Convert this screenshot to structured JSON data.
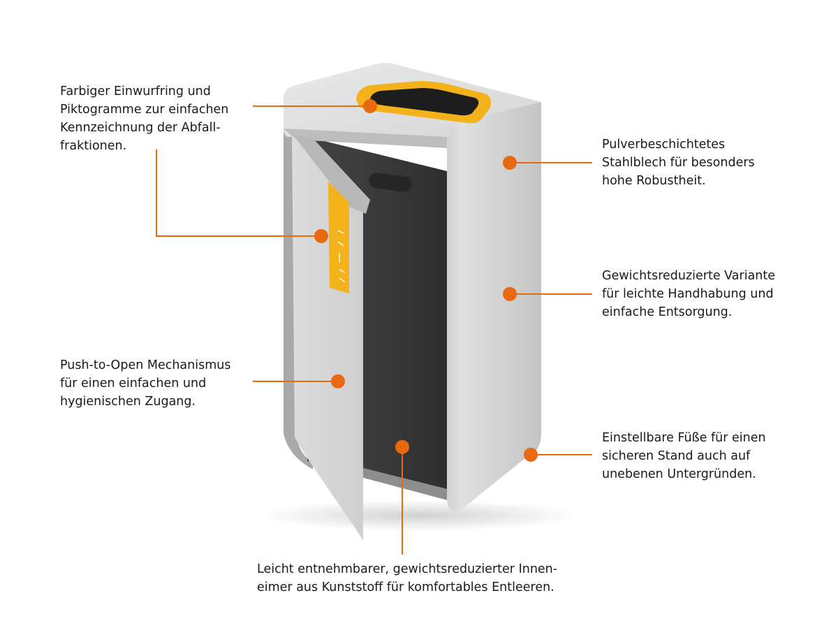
{
  "colors": {
    "accent": "#e8690f",
    "ring": "#f3b21a",
    "steel_light": "#e6e6e6",
    "steel_mid": "#c9c9c9",
    "interior": "#3b3b3b",
    "text": "#1a1a1a"
  },
  "callouts": {
    "ring": {
      "lines": [
        "Farbiger Einwurfring und",
        "Piktogramme zur einfachen",
        "Kennzeichnung der Abfall-",
        "fraktionen."
      ]
    },
    "steel": {
      "lines": [
        "Pulverbeschichtetes",
        "Stahlblech für besonders",
        "hohe Robustheit."
      ]
    },
    "weight": {
      "lines": [
        "Gewichtsreduzierte Variante",
        "für leichte Handhabung und",
        "einfache Entsorgung."
      ]
    },
    "push": {
      "lines": [
        "Push-to-Open Mechanismus",
        "für einen einfachen und",
        "hygienischen Zugang."
      ]
    },
    "feet": {
      "lines": [
        "Einstellbare Füße für einen",
        "sicheren Stand auch auf",
        "unebenen Untergründen."
      ]
    },
    "bucket": {
      "lines": [
        "Leicht entnehmbarer, gewichtsreduzierter Innen-",
        "eimer aus Kunststoff für komfortables Entleeren."
      ]
    }
  }
}
